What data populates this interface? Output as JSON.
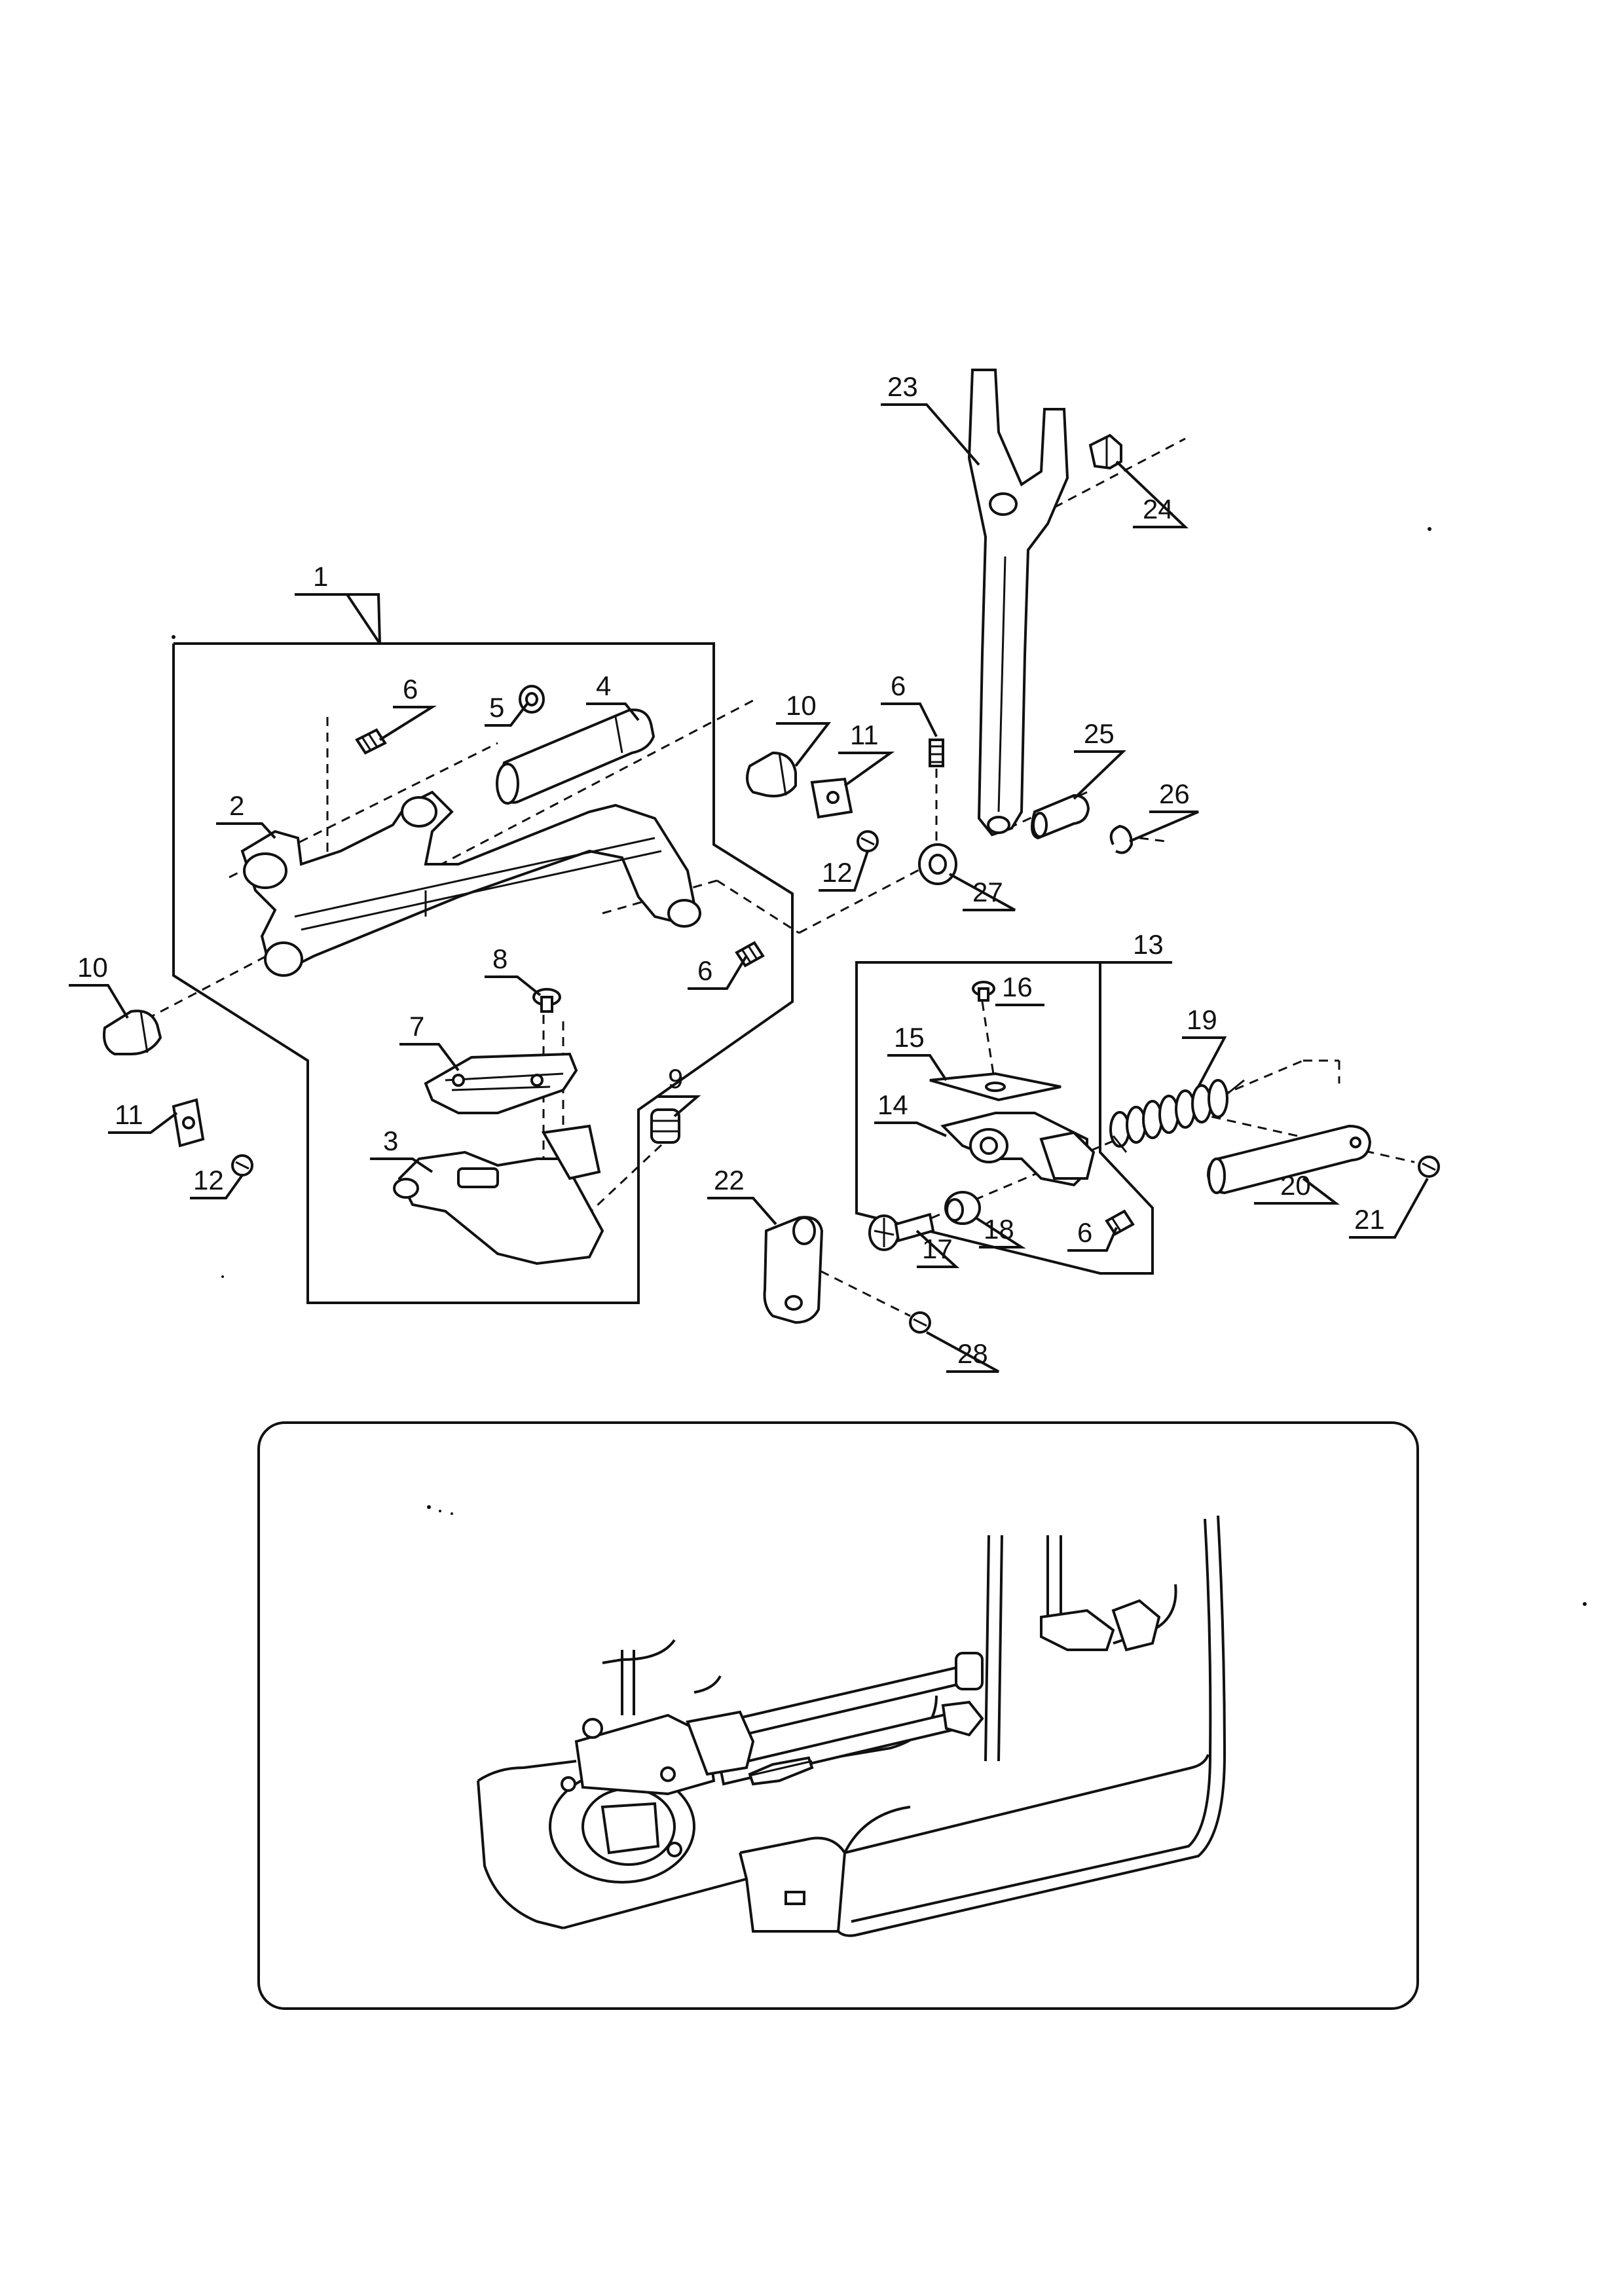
{
  "part_labels": {
    "1": "1",
    "2": "2",
    "3": "3",
    "4": "4",
    "5": "5",
    "6": "6",
    "7": "7",
    "8": "8",
    "9": "9",
    "10": "10",
    "11": "11",
    "12": "12",
    "13": "13",
    "14": "14",
    "15": "15",
    "16": "16",
    "17": "17",
    "18": "18",
    "19": "19",
    "20": "20",
    "21": "21",
    "22": "22",
    "23": "23",
    "24": "24",
    "25": "25",
    "26": "26",
    "27": "27",
    "28": "28"
  },
  "colors": {
    "ink": "#111111",
    "paper": "#ffffff"
  }
}
